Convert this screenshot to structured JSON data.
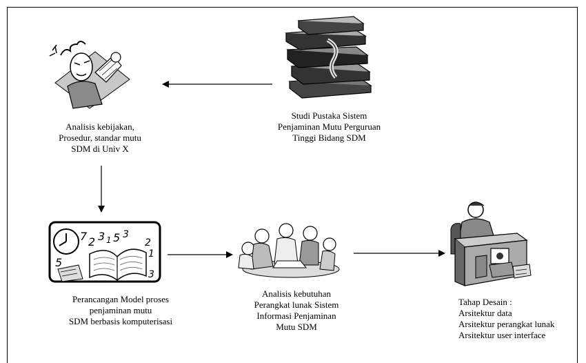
{
  "nodes": {
    "analisis_kebijakan": {
      "icon": "frustrated-man-icon",
      "lines": [
        "Analisis kebijakan,",
        "Prosedur, standar mutu",
        "SDM di Univ X"
      ]
    },
    "studi_pustaka": {
      "icon": "books-stack-icon",
      "lines": [
        "Studi Pustaka Sistem",
        "Penjaminan Mutu Perguruan",
        "Tinggi Bidang SDM"
      ]
    },
    "perancangan_model": {
      "icon": "clock-book-numbers-icon",
      "lines": [
        "Perancangan Model proses",
        "penjaminan mutu",
        "SDM berbasis komputerisasi"
      ]
    },
    "analisis_kebutuhan": {
      "icon": "team-meeting-icon",
      "lines": [
        "Analisis kebutuhan",
        "Perangkat lunak Sistem",
        "Informasi Penjaminan",
        "Mutu SDM"
      ]
    },
    "tahap_desain": {
      "icon": "man-at-desk-icon",
      "lines": [
        "Tahap Desain  :",
        "Arsitektur data",
        "Arsitektur perangkat lunak",
        "Arsitektur user interface"
      ]
    }
  },
  "colors": {
    "ink": "#000000",
    "background": "#ffffff",
    "shade_dark": "#555555",
    "shade_mid": "#999999",
    "shade_light": "#cccccc"
  }
}
